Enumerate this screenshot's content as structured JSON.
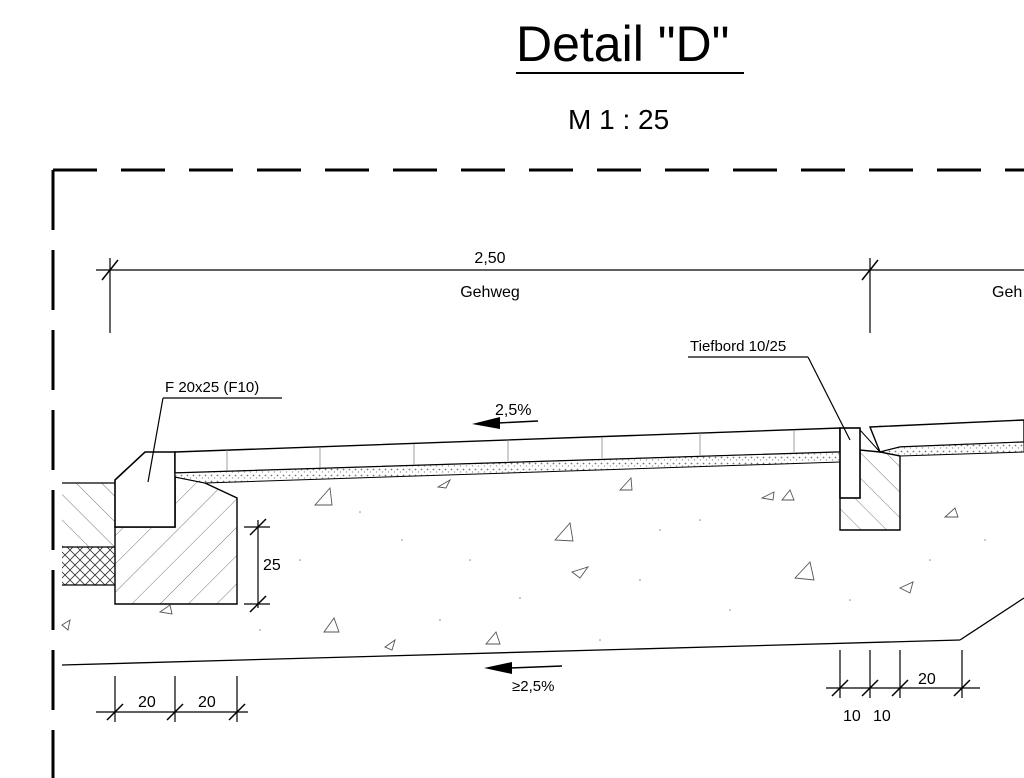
{
  "title": "Detail \"D\"",
  "scale": "M  1 : 25",
  "dimensions": {
    "width_total": "2,50",
    "gehweg": "Gehweg",
    "gehweg_partial": "Geh",
    "height_25": "25",
    "bottom_20a": "20",
    "bottom_20b": "20",
    "right_10a": "10",
    "right_10b": "10",
    "right_20": "20"
  },
  "labels": {
    "curb_left": "F 20x25 (F10)",
    "curb_right": "Tiefbord 10/25"
  },
  "slopes": {
    "top": "2,5%",
    "bottom": "≥2,5%"
  }
}
